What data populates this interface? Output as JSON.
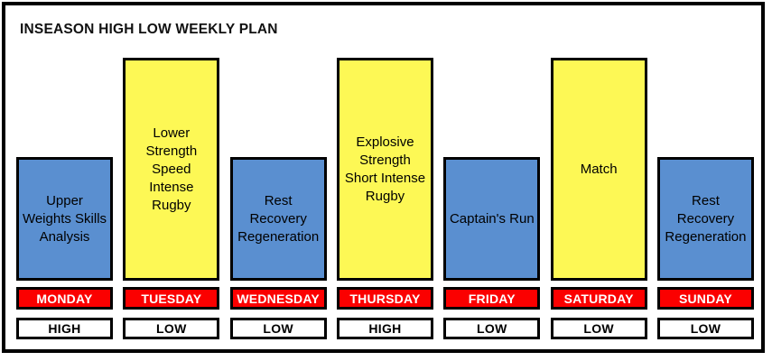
{
  "title": "INSEASON HIGH LOW WEEKLY PLAN",
  "colors": {
    "tall_box_yellow": "#FDF855",
    "short_box_blue": "#5A8FD0",
    "day_banner_red": "#FB0000",
    "day_banner_text": "#FFFFFF",
    "border": "#000000"
  },
  "days": [
    {
      "name": "MONDAY",
      "activity": "Upper\nWeights Skills\nAnalysis",
      "intensity": "HIGH",
      "box": "short-blue"
    },
    {
      "name": "TUESDAY",
      "activity": "Lower\nStrength\nSpeed\nIntense\nRugby",
      "intensity": "LOW",
      "box": "tall-yellow"
    },
    {
      "name": "WEDNESDAY",
      "activity": "Rest\nRecovery\nRegeneration",
      "intensity": "LOW",
      "box": "short-blue"
    },
    {
      "name": "THURSDAY",
      "activity": "Explosive\nStrength\nShort Intense\nRugby",
      "intensity": "HIGH",
      "box": "tall-yellow"
    },
    {
      "name": "FRIDAY",
      "activity": "Captain's Run",
      "intensity": "LOW",
      "box": "short-blue"
    },
    {
      "name": "SATURDAY",
      "activity": "Match",
      "intensity": "LOW",
      "box": "tall-yellow"
    },
    {
      "name": "SUNDAY",
      "activity": "Rest\nRecovery\nRegeneration",
      "intensity": "LOW",
      "box": "short-blue"
    }
  ]
}
